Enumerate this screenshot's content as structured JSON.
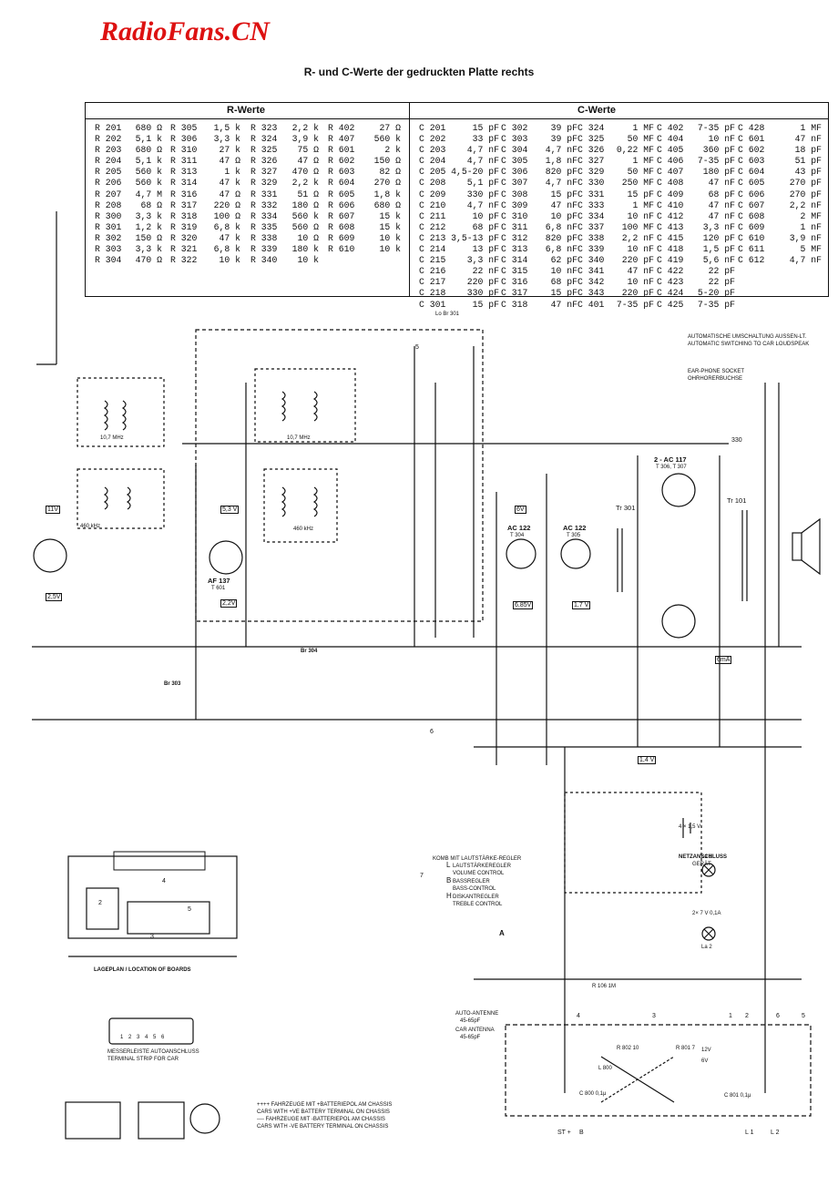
{
  "watermark": "RadioFans.CN",
  "title": "R- und C-Werte der gedruckten Platte rechts",
  "r_table": {
    "header": "R-Werte",
    "c1": "R 201\nR 202\nR 203\nR 204\nR 205\nR 206\nR 207\nR 208\nR 300\nR 301\nR 302\nR 303\nR 304",
    "v1": "680 Ω\n5,1 k\n680 Ω\n5,1 k\n560 k\n560 k\n4,7 M\n68 Ω\n3,3 k\n1,2 k\n150 Ω\n3,3 k\n470 Ω",
    "c2": "R 305\nR 306\nR 310\nR 311\nR 313\nR 314\nR 316\nR 317\nR 318\nR 319\nR 320\nR 321\nR 322",
    "v2": "1,5 k\n3,3 k\n27 k\n47 Ω\n1 k\n47 k\n47 Ω\n220 Ω\n100 Ω\n6,8 k\n47 k\n6,8 k\n10 k",
    "c3": "R 323\nR 324\nR 325\nR 326\nR 327\nR 329\nR 331\nR 332\nR 334\nR 335\nR 338\nR 339\nR 340",
    "v3": "2,2 k\n3,9 k\n75 Ω\n47 Ω\n470 Ω\n2,2 k\n51 Ω\n180 Ω\n560 k\n560 Ω\n10 Ω\n180 k\n10 k",
    "c4": "R 402\nR 407\nR 601\nR 602\nR 603\nR 604\nR 605\nR 606\nR 607\nR 608\nR 609\nR 610",
    "v4": "27 Ω\n560 k\n2 k\n150 Ω\n82 Ω\n270 Ω\n1,8 k\n680 Ω\n15 k\n15 k\n10 k\n10 k"
  },
  "c_table": {
    "header": "C-Werte",
    "c1": "C 201\nC 202\nC 203\nC 204\nC 205\nC 208\nC 209\nC 210\nC 211\nC 212\nC 213\nC 214\nC 215\nC 216\nC 217\nC 218\nC 301",
    "v1": "15 pF\n33 pF\n4,7 nF\n4,7 nF\n4,5-20 pF\n5,1 pF\n330 pF\n4,7 nF\n10 pF\n68 pF\n3,5-13 pF\n13 pF\n3,3 nF\n22 nF\n220 pF\n330 pF\n15 pF",
    "c2": "C 302\nC 303\nC 304\nC 305\nC 306\nC 307\nC 308\nC 309\nC 310\nC 311\nC 312\nC 313\nC 314\nC 315\nC 316\nC 317\nC 318",
    "v2": "39 pF\n39 pF\n4,7 nF\n1,8 nF\n820 pF\n4,7 nF\n15 pF\n47 nF\n10 pF\n6,8 nF\n820 pF\n6,8 nF\n62 pF\n10 nF\n68 pF\n15 pF\n47 nF",
    "c3": "C 324\nC 325\nC 326\nC 327\nC 329\nC 330\nC 331\nC 333\nC 334\nC 337\nC 338\nC 339\nC 340\nC 341\nC 342\nC 343\nC 401",
    "v3": "1 MF\n50 MF\n0,22 MF\n1 MF\n50 MF\n250 MF\n15 pF\n1 MF\n10 nF\n100 MF\n2,2 nF\n10 nF\n220 pF\n47 nF\n10 nF\n220 pF\n7-35 pF",
    "c4": "C 402\nC 404\nC 405\nC 406\nC 407\nC 408\nC 409\nC 410\nC 412\nC 413\nC 415\nC 418\nC 419\nC 422\nC 423\nC 424\nC 425",
    "v4": "7-35 pF\n10 nF\n360 pF\n7-35 pF\n180 pF\n47 nF\n68 pF\n47 nF\n47 nF\n3,3 nF\n120 pF\n1,5 pF\n5,6 nF\n22 pF\n22 pF\n5-20 pF\n7-35 pF",
    "c5": "C 428\nC 601\nC 602\nC 603\nC 604\nC 605\nC 606\nC 607\nC 608\nC 609\nC 610\nC 611\nC 612",
    "v5": "1 MF\n47 nF\n18 pF\n51 pF\n43 pF\n270 pF\n270 pF\n2,2 nF\n2 MF\n1 nF\n3,9 nF\n5 MF\n4,7 nF"
  },
  "labels": {
    "auto_switch": "AUTOMATISCHE UMSCHALTUNG AUSSEN-LT.",
    "auto_switch_en": "AUTOMATIC SWITCHING TO CAR LOUDSPEAK",
    "earphone": "EAR-PHONE SOCKET",
    "earphone_de": "OHRHORERBUCHSE",
    "komb": "KOMB MIT LAUTSTÄRKE-REGLER",
    "vol_de": "LAUTSTÄRKEREGLER",
    "vol_en": "VOLUME CONTROL",
    "bass_de": "BASSREGLER",
    "bass_en": "BASS-CONTROL",
    "treb_de": "DISKANTREGLER",
    "treb_en": "TREBLE CONTROL",
    "netz": "NETZANSCHLUSS",
    "netz2": "GERÄT",
    "lageplan": "LAGEPLAN / LOCATION OF BOARDS",
    "messer_de": "MESSERLEISTE AUTOANSCHLUSS",
    "messer_en": "TERMINAL STRIP FOR CAR",
    "fz1": "++++ FAHRZEUGE MIT +BATTERIEPOL AM CHASSIS",
    "fz1_en": "CARS WITH +VE BATTERY TERMINAL ON CHASSIS",
    "fz2": "---- FAHRZEUGE MIT -BATTERIEPOL AM CHASSIS",
    "fz2_en": "CARS WITH -VE BATTERY TERMINAL ON CHASSIS",
    "auto_ant": "AUTO-ANTENNE",
    "auto_ant_c": "45-65pF",
    "car_ant": "CAR ANTENNA",
    "car_ant_c": "45-65pF",
    "af137": "AF 137",
    "t601": "T 601",
    "ac122a": "AC 122",
    "t304": "T 304",
    "ac122b": "AC 122",
    "t305": "T 305",
    "ac117": "2 - AC 117",
    "t306": "T 306, T 307",
    "tr301": "Tr 301",
    "tr101": "Tr 101",
    "lobr": "Lo Br 301",
    "khz460a": "460 kHz",
    "khz460b": "460 kHz",
    "mhz107a": "10,7 MHz",
    "mhz107b": "10,7 MHz",
    "v11": "11V",
    "v53": "5,3 V",
    "v6": "6V",
    "v25": "2,5V",
    "v22": "2,2V",
    "v17": "1,7 V",
    "v685": "6,85V",
    "v14": "1,4 V",
    "ma": "6mA",
    "n330": "330",
    "batt": "4 × 1,5 V",
    "la1": "La 1",
    "la2": "La 2",
    "lamp": "2× 7 V 0,1A",
    "v12": "12V",
    "v6b": "6V",
    "r106": "R 106 1M",
    "l800": "L 800",
    "c800": "C 800 0,1μ",
    "r802": "R 802 10",
    "r801": "R 801 7",
    "c801": "C 801 0,1μ",
    "st": "ST +",
    "b": "B",
    "l1": "L 1",
    "l2": "L 2",
    "pin1": "1",
    "pin2": "2",
    "pin3": "3",
    "pin4": "4",
    "pin5": "5",
    "pin6": "6",
    "pinsA": "1 2 3 4 5 6",
    "a": "A",
    "mkL": "L",
    "mkB": "B",
    "mkH": "H",
    "tp5": "5",
    "tp6": "6",
    "tp7": "7",
    "br303": "Br 303",
    "br304": "Br 304",
    "b2": "2",
    "b3": "3",
    "b4": "4",
    "b5": "5"
  }
}
